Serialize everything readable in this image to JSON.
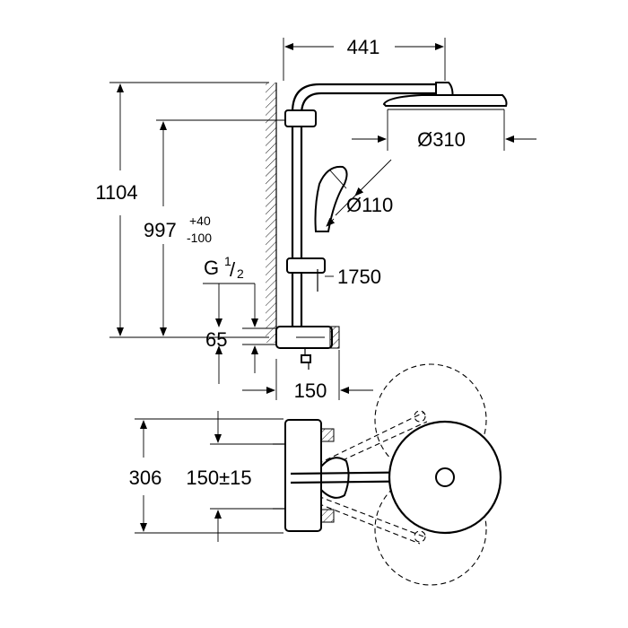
{
  "dimensions": {
    "top_width": "441",
    "total_height": "1104",
    "height_main": "997",
    "height_tol_plus": "+40",
    "height_tol_minus": "-100",
    "thread_letter": "G",
    "thread_num": "1",
    "thread_den": "2",
    "connection_height": "65",
    "head_diameter": "Ø310",
    "hand_diameter": "Ø110",
    "hose_length": "1750",
    "thermostat_depth": "150",
    "plan_width": "306",
    "centre_distance": "150±15"
  }
}
